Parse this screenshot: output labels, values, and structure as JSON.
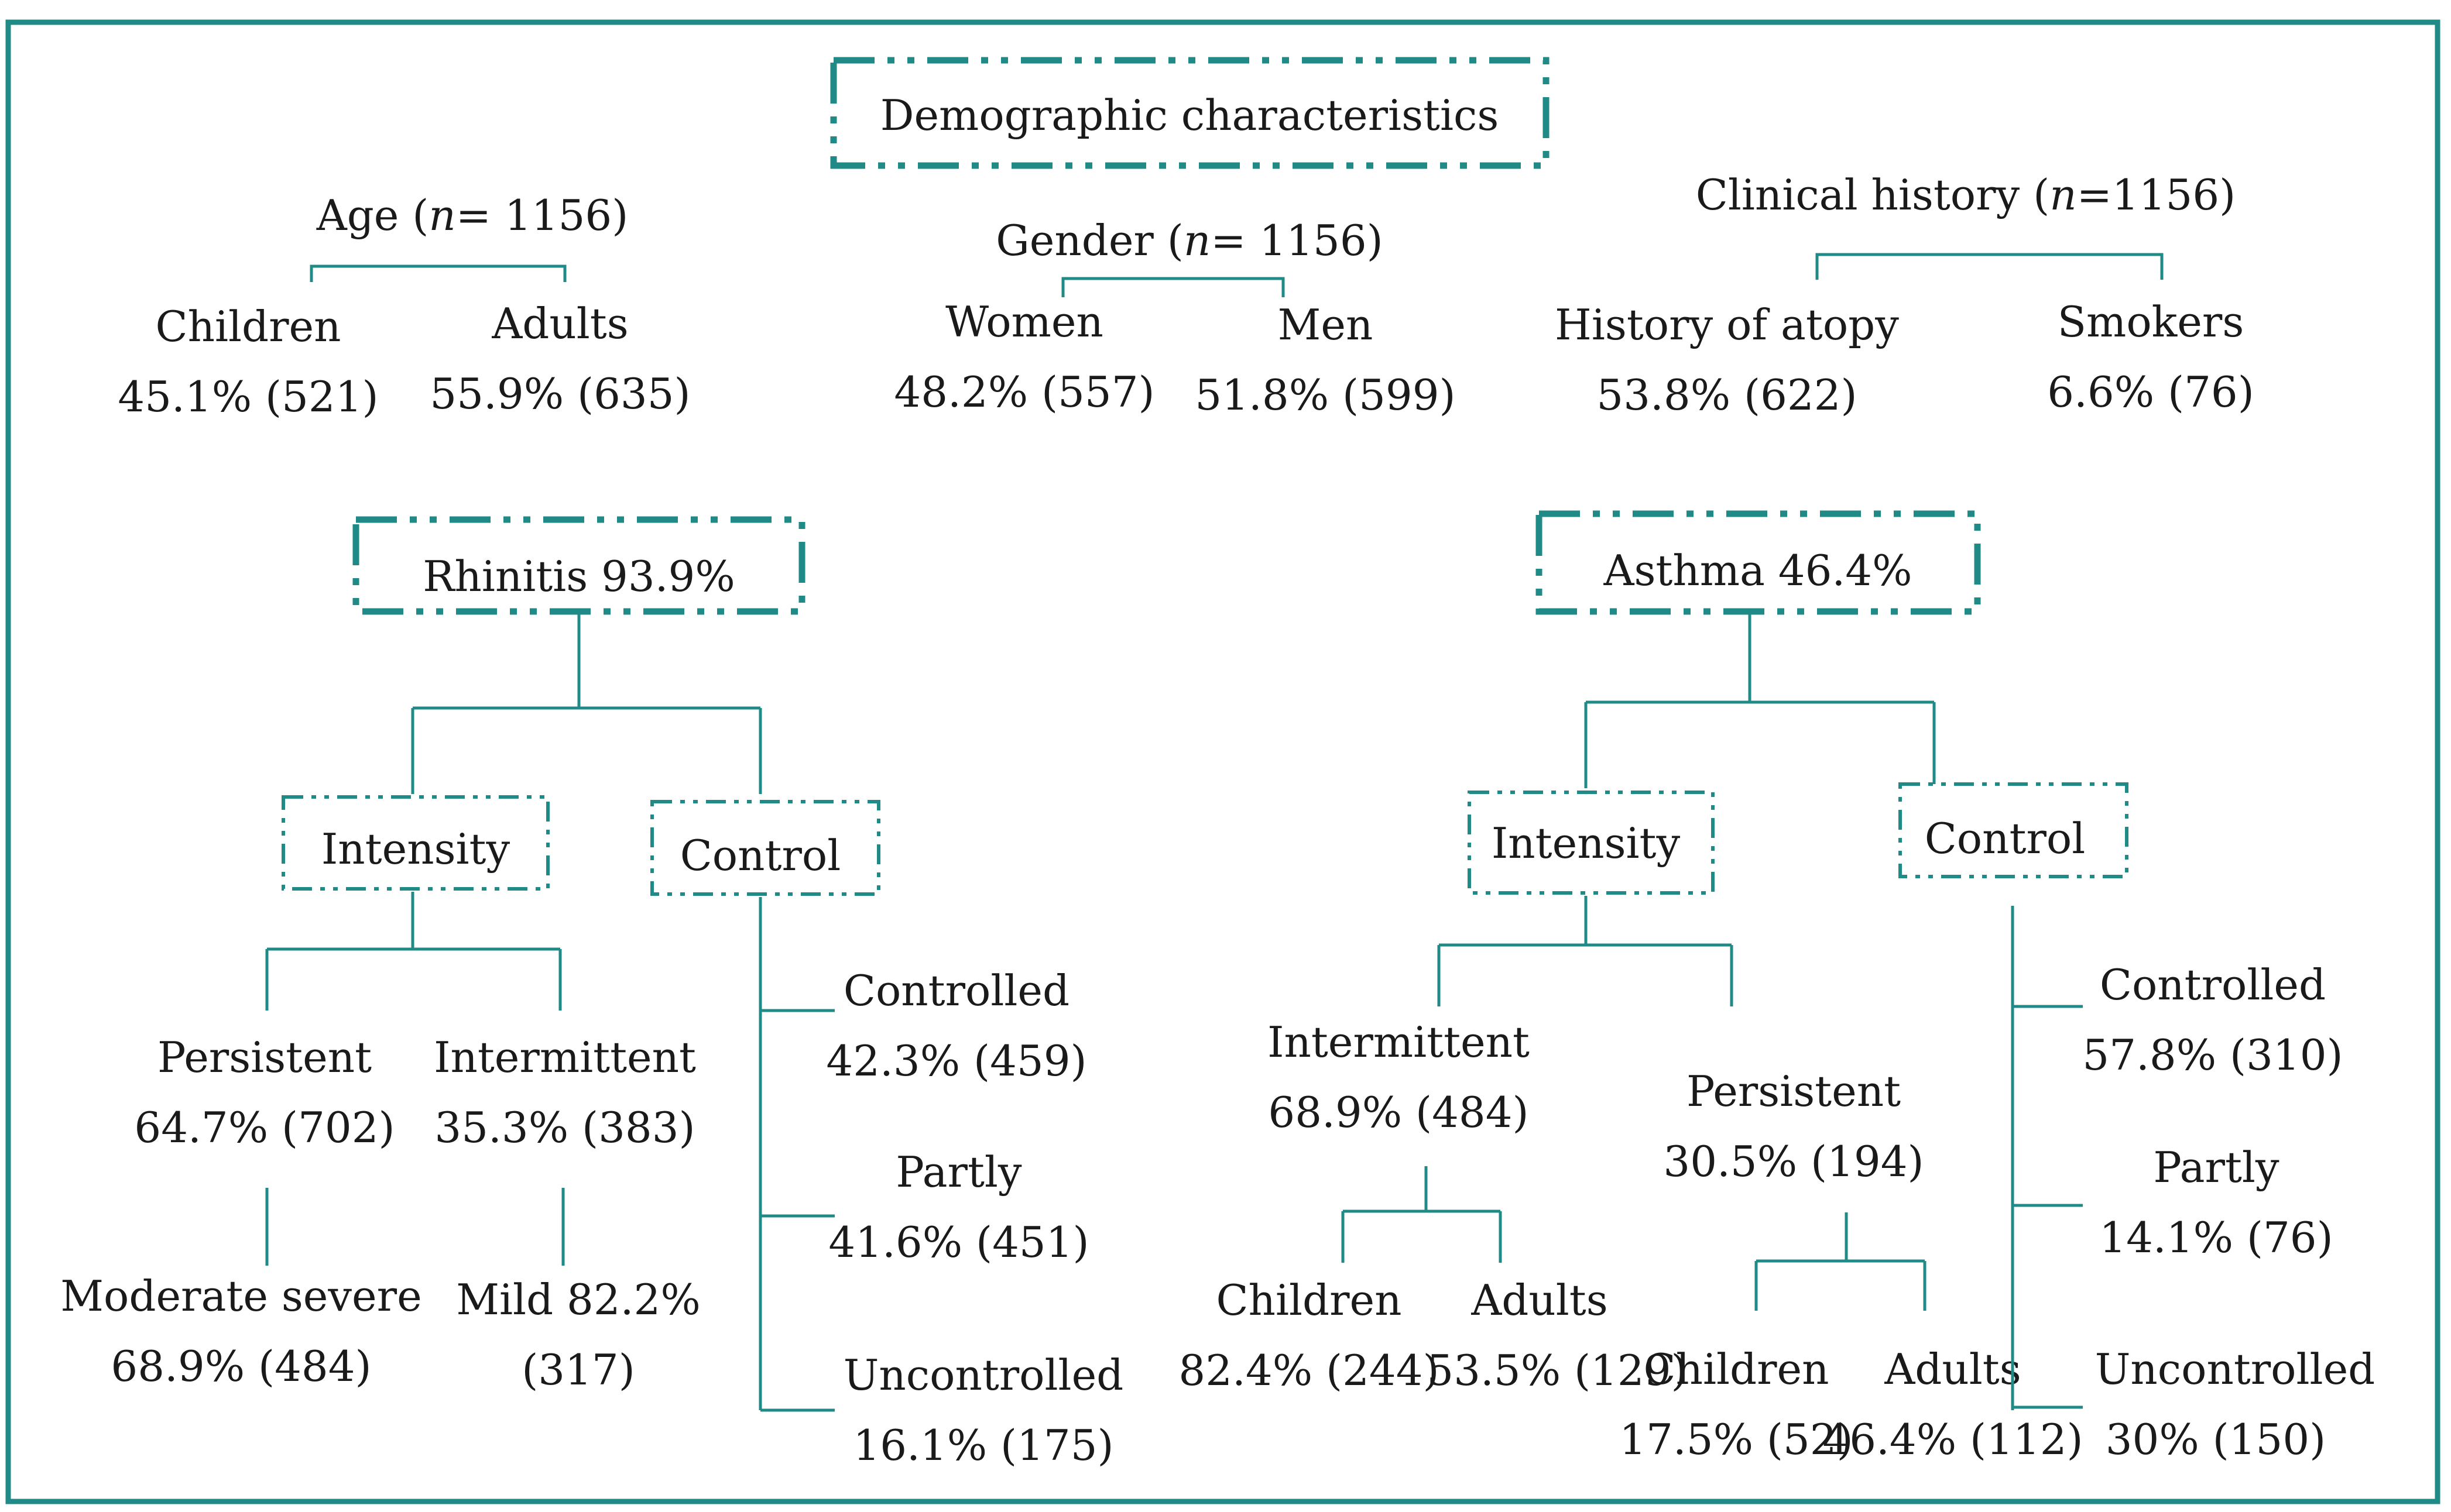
{
  "title": "Demographic characteristics",
  "demographics": {
    "age": {
      "label_pre": "Age (",
      "n_letter": "n",
      "label_post": "= 1156)",
      "children": {
        "label": "Children",
        "value": "45.1% (521)"
      },
      "adults": {
        "label": "Adults",
        "value": "55.9% (635)"
      }
    },
    "gender": {
      "label_pre": "Gender (",
      "n_letter": "n",
      "label_post": "= 1156)",
      "women": {
        "label": "Women",
        "value": "48.2% (557)"
      },
      "men": {
        "label": "Men",
        "value": "51.8% (599)"
      }
    },
    "clinical": {
      "label_pre": "Clinical history (",
      "n_letter": "n",
      "label_post": "=1156)",
      "atopy": {
        "label": "History of atopy",
        "value": "53.8% (622)"
      },
      "smokers": {
        "label": "Smokers",
        "value": "6.6% (76)"
      }
    }
  },
  "rhinitis": {
    "title": "Rhinitis 93.9%",
    "intensity_label": "Intensity",
    "control_label": "Control",
    "persistent": {
      "label": "Persistent",
      "value": "64.7% (702)"
    },
    "intermittent": {
      "label": "Intermittent",
      "value": "35.3% (383)"
    },
    "moderate": {
      "label": "Moderate severe",
      "value": "68.9% (484)"
    },
    "mild": {
      "label": "Mild 82.2%",
      "value": "(317)"
    },
    "controlled": {
      "label": "Controlled",
      "value": "42.3% (459)"
    },
    "partly": {
      "label": "Partly",
      "value": "41.6% (451)"
    },
    "uncontrolled": {
      "label": "Uncontrolled",
      "value": "16.1% (175)"
    }
  },
  "asthma": {
    "title": "Asthma 46.4%",
    "intensity_label": "Intensity",
    "control_label": "Control",
    "intermittent": {
      "label": "Intermittent",
      "value": "68.9% (484)"
    },
    "persistent": {
      "label": "Persistent",
      "value": "30.5% (194)"
    },
    "int_children": {
      "label": "Children",
      "value": "82.4% (244)"
    },
    "int_adults": {
      "label": "Adults",
      "value": "53.5% (129)"
    },
    "per_children": {
      "label": "Children",
      "value": "17.5% (52)"
    },
    "per_adults": {
      "label": "Adults",
      "value": "46.4% (112)"
    },
    "controlled": {
      "label": "Controlled",
      "value": "57.8% (310)"
    },
    "partly": {
      "label": "Partly",
      "value": "14.1% (76)"
    },
    "uncontrolled": {
      "label": "Uncontrolled",
      "value": "30% (150)"
    }
  },
  "colors": {
    "accent": "#1f8a86",
    "text": "#1a1a1a"
  }
}
